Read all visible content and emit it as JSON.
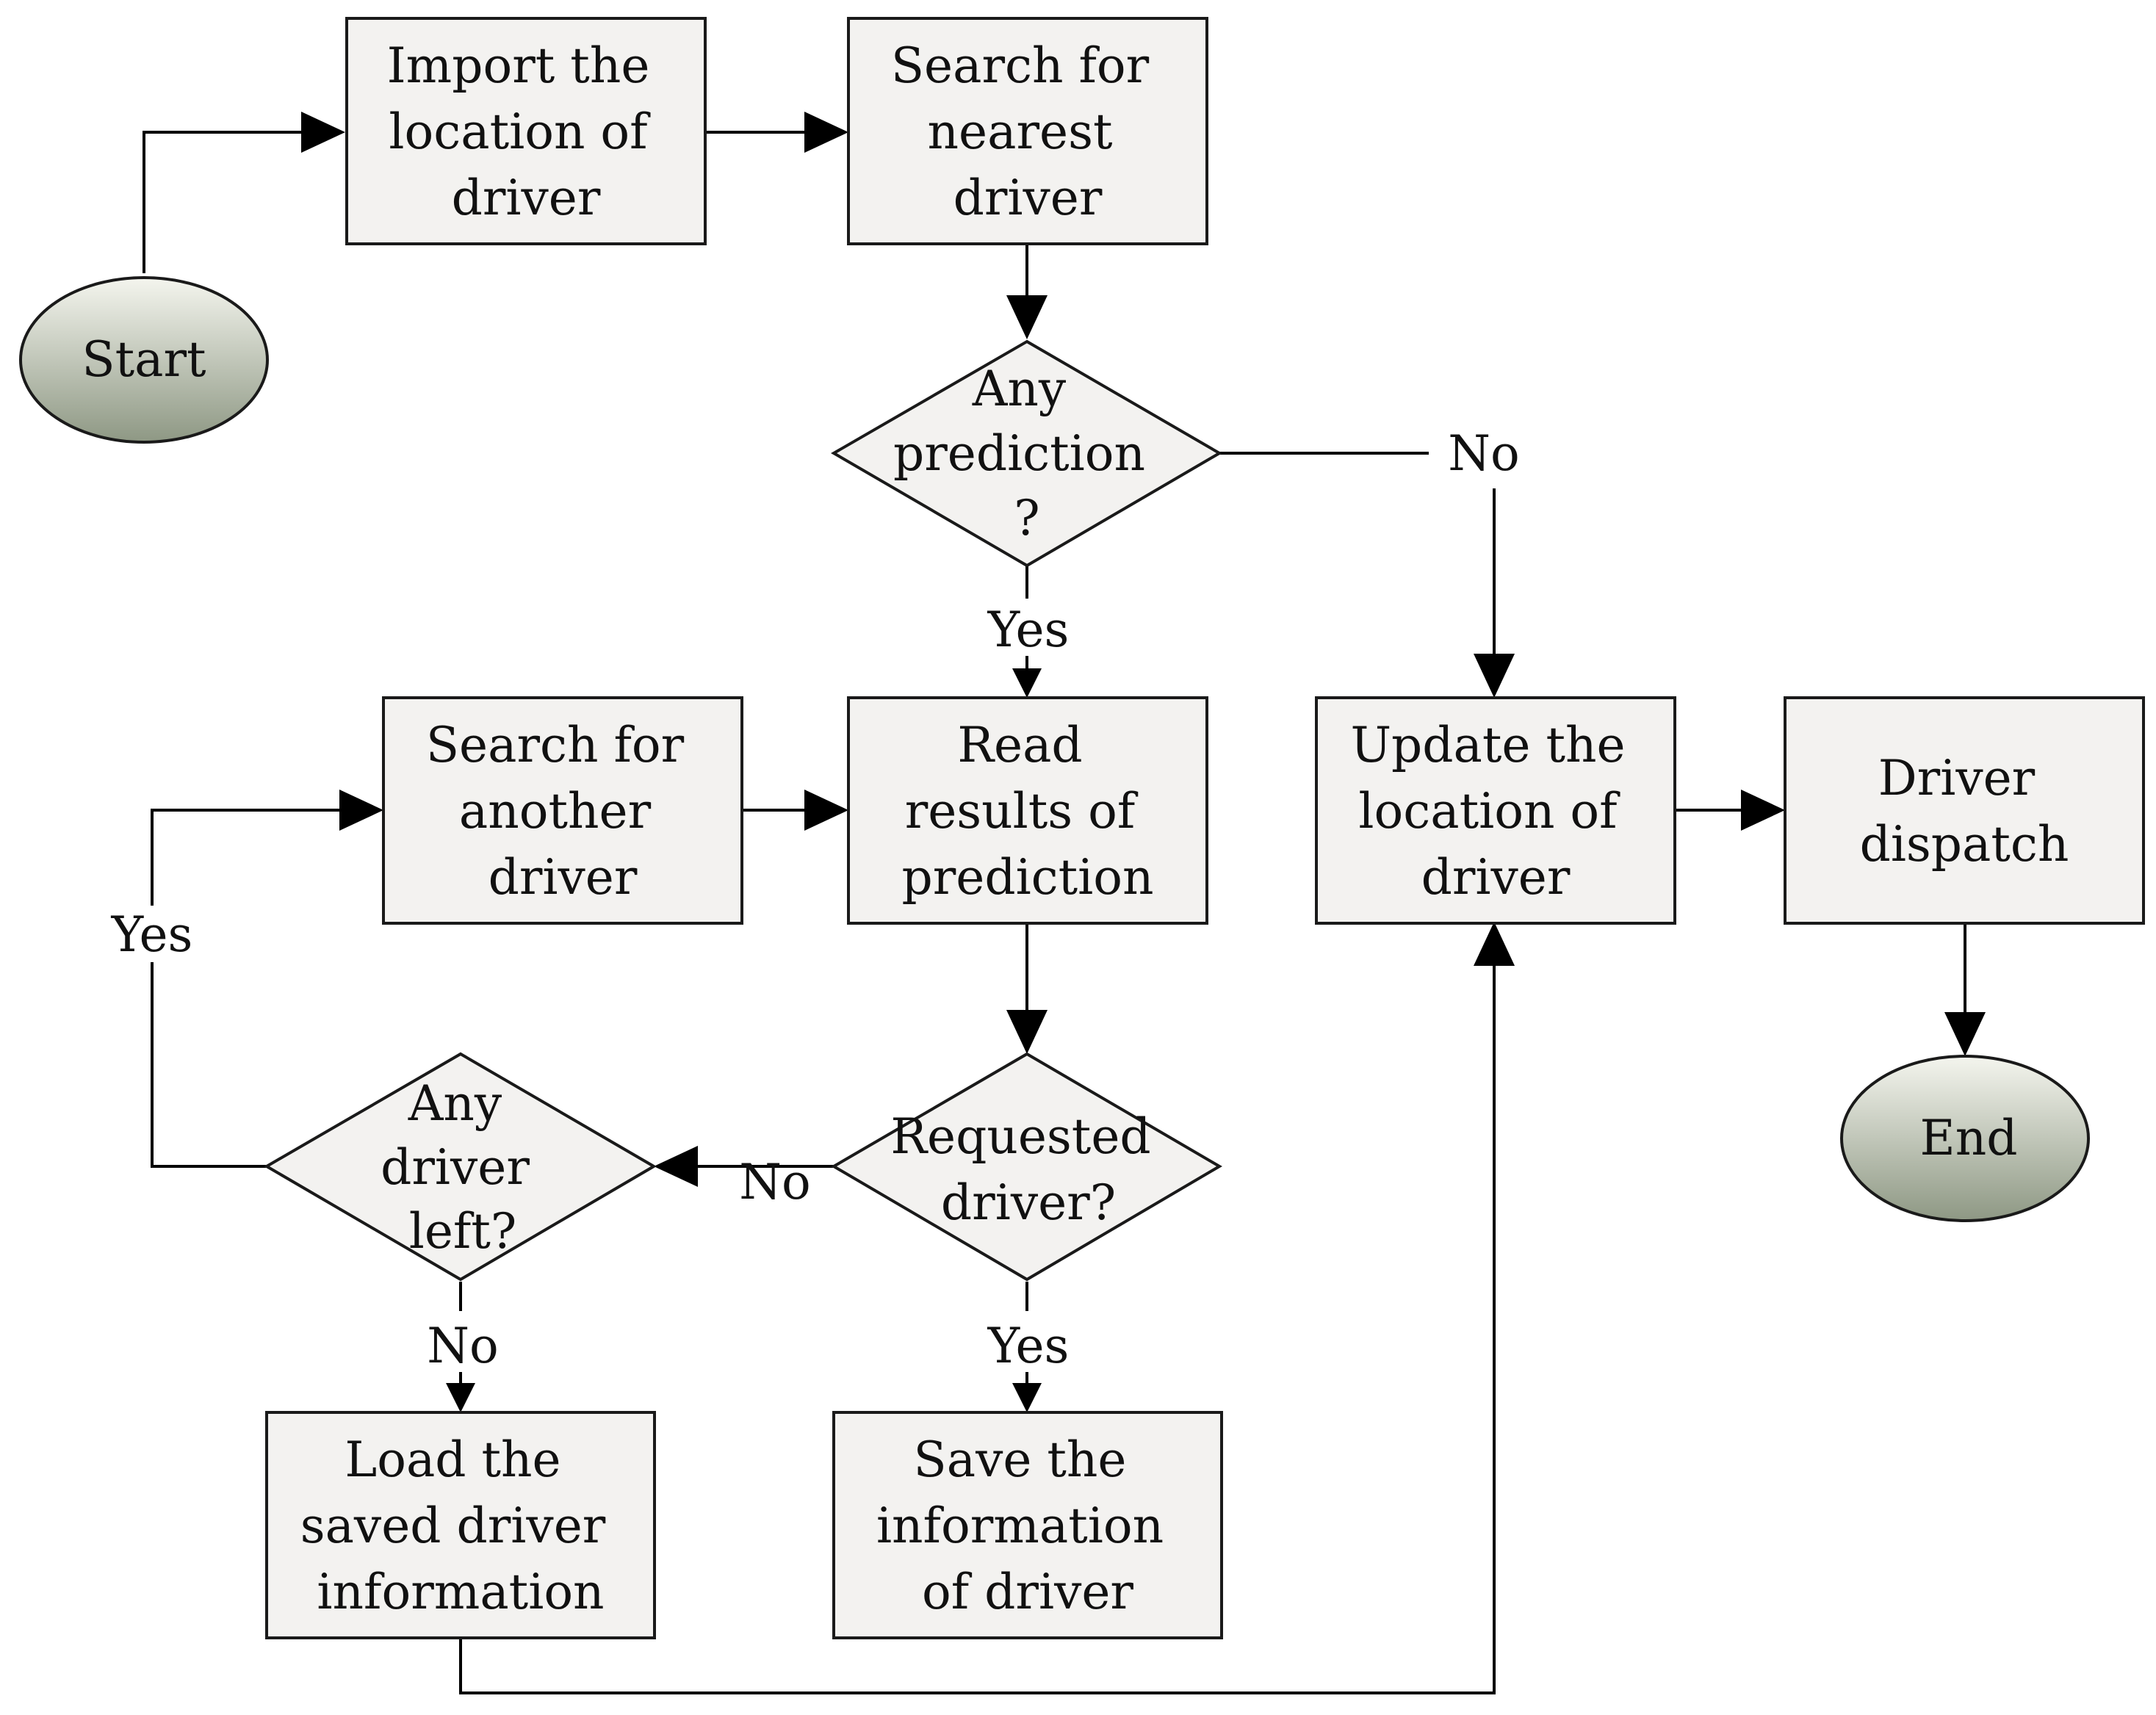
{
  "nodes": {
    "start": {
      "lines": [
        "Start"
      ]
    },
    "import_location": {
      "lines": [
        "Import the",
        "location of",
        "driver"
      ]
    },
    "search_nearest": {
      "lines": [
        "Search for",
        "nearest",
        "driver"
      ]
    },
    "any_prediction": {
      "lines": [
        "Any",
        "prediction",
        "?"
      ]
    },
    "search_another": {
      "lines": [
        "Search for",
        "another",
        "driver"
      ]
    },
    "read_results": {
      "lines": [
        "Read",
        "results of",
        "prediction"
      ]
    },
    "update_location": {
      "lines": [
        "Update the",
        "location of",
        "driver"
      ]
    },
    "driver_dispatch": {
      "lines": [
        "Driver",
        "dispatch"
      ]
    },
    "any_driver_left": {
      "lines": [
        "Any",
        "driver",
        "left?"
      ]
    },
    "requested_driver": {
      "lines": [
        "Requested",
        "driver?"
      ]
    },
    "end": {
      "lines": [
        "End"
      ]
    },
    "load_saved": {
      "lines": [
        "Load the",
        "saved driver",
        "information"
      ]
    },
    "save_info": {
      "lines": [
        "Save the",
        "information",
        "of driver"
      ]
    }
  },
  "edge_labels": {
    "prediction_no": "No",
    "prediction_yes": "Yes",
    "left_yes": "Yes",
    "requested_no": "No",
    "left_no": "No",
    "requested_yes": "Yes"
  },
  "colors": {
    "box_fill": "#f3f2f0",
    "oval_top": "#f4f5ee",
    "oval_bottom": "#8e9884",
    "stroke": "#000000"
  }
}
